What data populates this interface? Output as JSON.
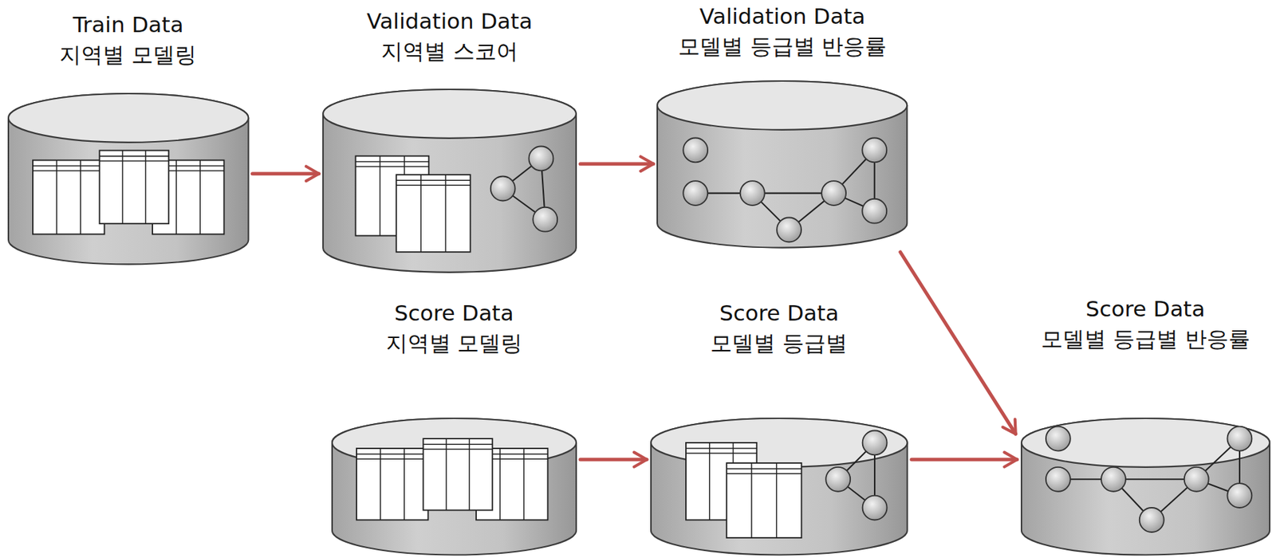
{
  "diagram": {
    "nodes": [
      {
        "text": [
          "Train Data",
          "지역별 모델링"
        ]
      },
      {
        "text": [
          "Validation Data",
          "지역별 스코어"
        ]
      },
      {
        "text": [
          "Validation Data",
          "모델별 등급별 반응률"
        ]
      },
      {
        "text": [
          "Score Data",
          "지역별 모델링"
        ]
      },
      {
        "text": [
          "Score Data",
          "모델별 등급별"
        ]
      },
      {
        "text": [
          "Score Data",
          "모델별 등급별 반응률"
        ]
      }
    ],
    "edges": [
      {
        "from": 0,
        "to": 1,
        "arrow": "to"
      },
      {
        "from": 1,
        "to": 2,
        "arrow": "to"
      },
      {
        "from": 3,
        "to": 4,
        "arrow": "to"
      },
      {
        "from": 4,
        "to": 5,
        "arrow": "to"
      },
      {
        "from": 2,
        "to": 5,
        "arrow": "to"
      }
    ]
  }
}
